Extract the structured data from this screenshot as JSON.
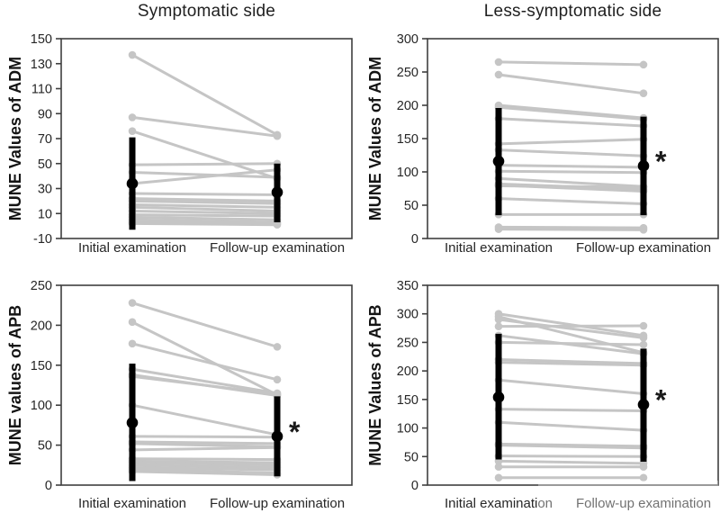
{
  "figure": {
    "column_titles": [
      "Symptomatic side",
      "Less-symptomatic side"
    ],
    "colors": {
      "background": "#ffffff",
      "paired_line": "#c5c5c5",
      "summary": "#000000",
      "axis": "#3f3f3f",
      "text": "#262626"
    }
  },
  "chart_data": [
    {
      "type": "line",
      "panel": "top-left",
      "title": "Symptomatic side",
      "ylabel": "MUNE Values of ADM",
      "xlabel": "",
      "ylim": [
        -10,
        150
      ],
      "yticks": [
        -10,
        10,
        30,
        50,
        70,
        90,
        110,
        130,
        150
      ],
      "categories": [
        "Initial examination",
        "Follow-up examination"
      ],
      "pairs": [
        [
          137,
          73
        ],
        [
          87,
          72
        ],
        [
          76,
          38
        ],
        [
          49,
          50
        ],
        [
          43,
          39
        ],
        [
          34,
          45
        ],
        [
          26,
          25
        ],
        [
          22,
          20
        ],
        [
          20,
          18
        ],
        [
          17,
          15
        ],
        [
          15,
          12
        ],
        [
          12,
          10
        ],
        [
          9,
          8
        ],
        [
          7,
          5
        ],
        [
          5,
          3
        ],
        [
          3,
          2
        ],
        [
          2,
          1
        ]
      ],
      "summary": {
        "initial": {
          "mean": 34,
          "low": -3,
          "high": 71
        },
        "followup": {
          "mean": 27,
          "low": 3,
          "high": 50
        }
      },
      "sig_marker": ""
    },
    {
      "type": "line",
      "panel": "top-right",
      "title": "Less-symptomatic side",
      "ylabel": "MUNE Values of ADM",
      "xlabel": "",
      "ylim": [
        0,
        300
      ],
      "yticks": [
        0,
        50,
        100,
        150,
        200,
        250,
        300
      ],
      "categories": [
        "Initial examination",
        "Follow-up examination"
      ],
      "pairs": [
        [
          265,
          261
        ],
        [
          246,
          218
        ],
        [
          200,
          181
        ],
        [
          197,
          179
        ],
        [
          180,
          169
        ],
        [
          142,
          149
        ],
        [
          133,
          124
        ],
        [
          110,
          107
        ],
        [
          101,
          99
        ],
        [
          90,
          78
        ],
        [
          82,
          74
        ],
        [
          80,
          71
        ],
        [
          79,
          77
        ],
        [
          60,
          52
        ],
        [
          36,
          36
        ],
        [
          17,
          16
        ],
        [
          14,
          13
        ]
      ],
      "summary": {
        "initial": {
          "mean": 116,
          "low": 35,
          "high": 196
        },
        "followup": {
          "mean": 109,
          "low": 35,
          "high": 183
        }
      },
      "sig_marker": "*"
    },
    {
      "type": "line",
      "panel": "bottom-left",
      "title": "",
      "ylabel": "MUNE values of APB",
      "xlabel": "",
      "ylim": [
        0,
        250
      ],
      "yticks": [
        0,
        50,
        100,
        150,
        200,
        250
      ],
      "categories": [
        "Initial examination",
        "Follow-up examination"
      ],
      "pairs": [
        [
          228,
          173
        ],
        [
          204,
          113
        ],
        [
          177,
          132
        ],
        [
          145,
          115
        ],
        [
          138,
          112
        ],
        [
          136,
          114
        ],
        [
          100,
          63
        ],
        [
          61,
          60
        ],
        [
          54,
          52
        ],
        [
          52,
          48
        ],
        [
          44,
          47
        ],
        [
          33,
          32
        ],
        [
          30,
          28
        ],
        [
          28,
          25
        ],
        [
          25,
          22
        ],
        [
          22,
          19
        ],
        [
          20,
          15
        ],
        [
          17,
          13
        ]
      ],
      "summary": {
        "initial": {
          "mean": 78,
          "low": 5,
          "high": 152
        },
        "followup": {
          "mean": 61,
          "low": 11,
          "high": 111
        }
      },
      "sig_marker": "*"
    },
    {
      "type": "line",
      "panel": "bottom-right",
      "title": "",
      "ylabel": "MUNE Values of APB",
      "xlabel": "",
      "ylim": [
        0,
        350
      ],
      "yticks": [
        0,
        50,
        100,
        150,
        200,
        250,
        300,
        350
      ],
      "categories": [
        "Initial examination",
        "Follow-up examination"
      ],
      "pairs": [
        [
          300,
          262
        ],
        [
          295,
          232
        ],
        [
          290,
          258
        ],
        [
          278,
          279
        ],
        [
          262,
          230
        ],
        [
          250,
          246
        ],
        [
          220,
          213
        ],
        [
          215,
          210
        ],
        [
          184,
          160
        ],
        [
          133,
          130
        ],
        [
          110,
          96
        ],
        [
          72,
          68
        ],
        [
          70,
          65
        ],
        [
          51,
          50
        ],
        [
          42,
          38
        ],
        [
          32,
          32
        ],
        [
          13,
          13
        ]
      ],
      "summary": {
        "initial": {
          "mean": 154,
          "low": 45,
          "high": 265
        },
        "followup": {
          "mean": 141,
          "low": 41,
          "high": 239
        }
      },
      "sig_marker": "*"
    }
  ]
}
